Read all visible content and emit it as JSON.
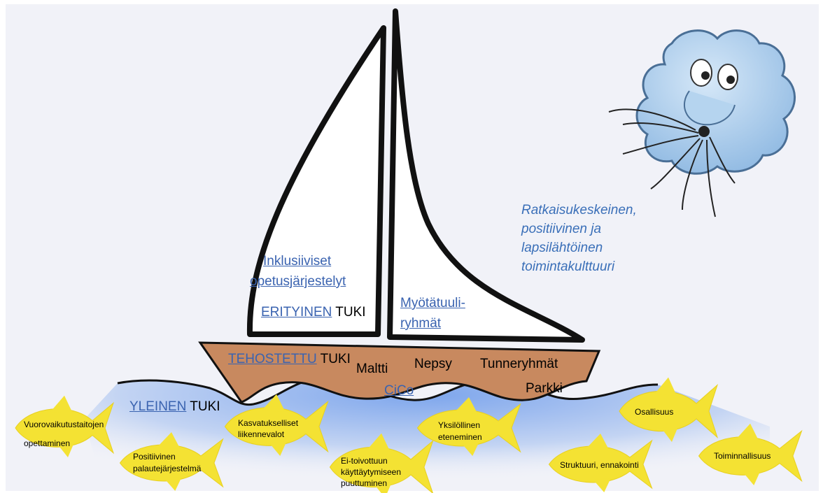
{
  "sails": {
    "left_line1": "Inklusiiviset",
    "left_line2": "opetusjärjestelyt",
    "erityinen": "ERITYINEN",
    "tuki1": " TUKI",
    "right_line1": "Myötätuuli-",
    "right_line2": "ryhmät"
  },
  "hull": {
    "tehostettu": "TEHOSTETTU",
    "tuki": " TUKI",
    "maltti": "Maltti",
    "nepsy": "Nepsy",
    "tunneryhmat": "Tunneryhmät",
    "cico": "CiCo",
    "parkki": "Parkki"
  },
  "sea": {
    "yleinen": "YLEINEN",
    "tuki": " TUKI"
  },
  "wind": {
    "line1": "Ratkaisukeskeinen,",
    "line2": "positiivinen ja",
    "line3": "lapsilähtöinen",
    "line4": "toimintakulttuuri"
  },
  "fish": {
    "f1_l1": "Vuorovaikutustaitojen",
    "f1_l2": "opettaminen",
    "f2_l1": "Positiivinen",
    "f2_l2": "palautejärjestelmä",
    "f3_l1": "Kasvatukselliset",
    "f3_l2": "liikennevalot",
    "f4_l1": "Ei-toivottuun",
    "f4_l2": "käyttäytymiseen",
    "f4_l3": "puuttuminen",
    "f5_l1": "Yksilöllinen",
    "f5_l2": "eteneminen",
    "f6": "Struktuuri, ennakointi",
    "f7": "Osallisuus",
    "f8": "Toiminnallisuus"
  },
  "colors": {
    "background": "#f1f2f8",
    "hull": "#c8895f",
    "link": "#3a63b0",
    "wind_text": "#3a6fb8",
    "fish": "#f4e233",
    "cloud": "#a9cbea",
    "water": "#8fb4ec"
  }
}
